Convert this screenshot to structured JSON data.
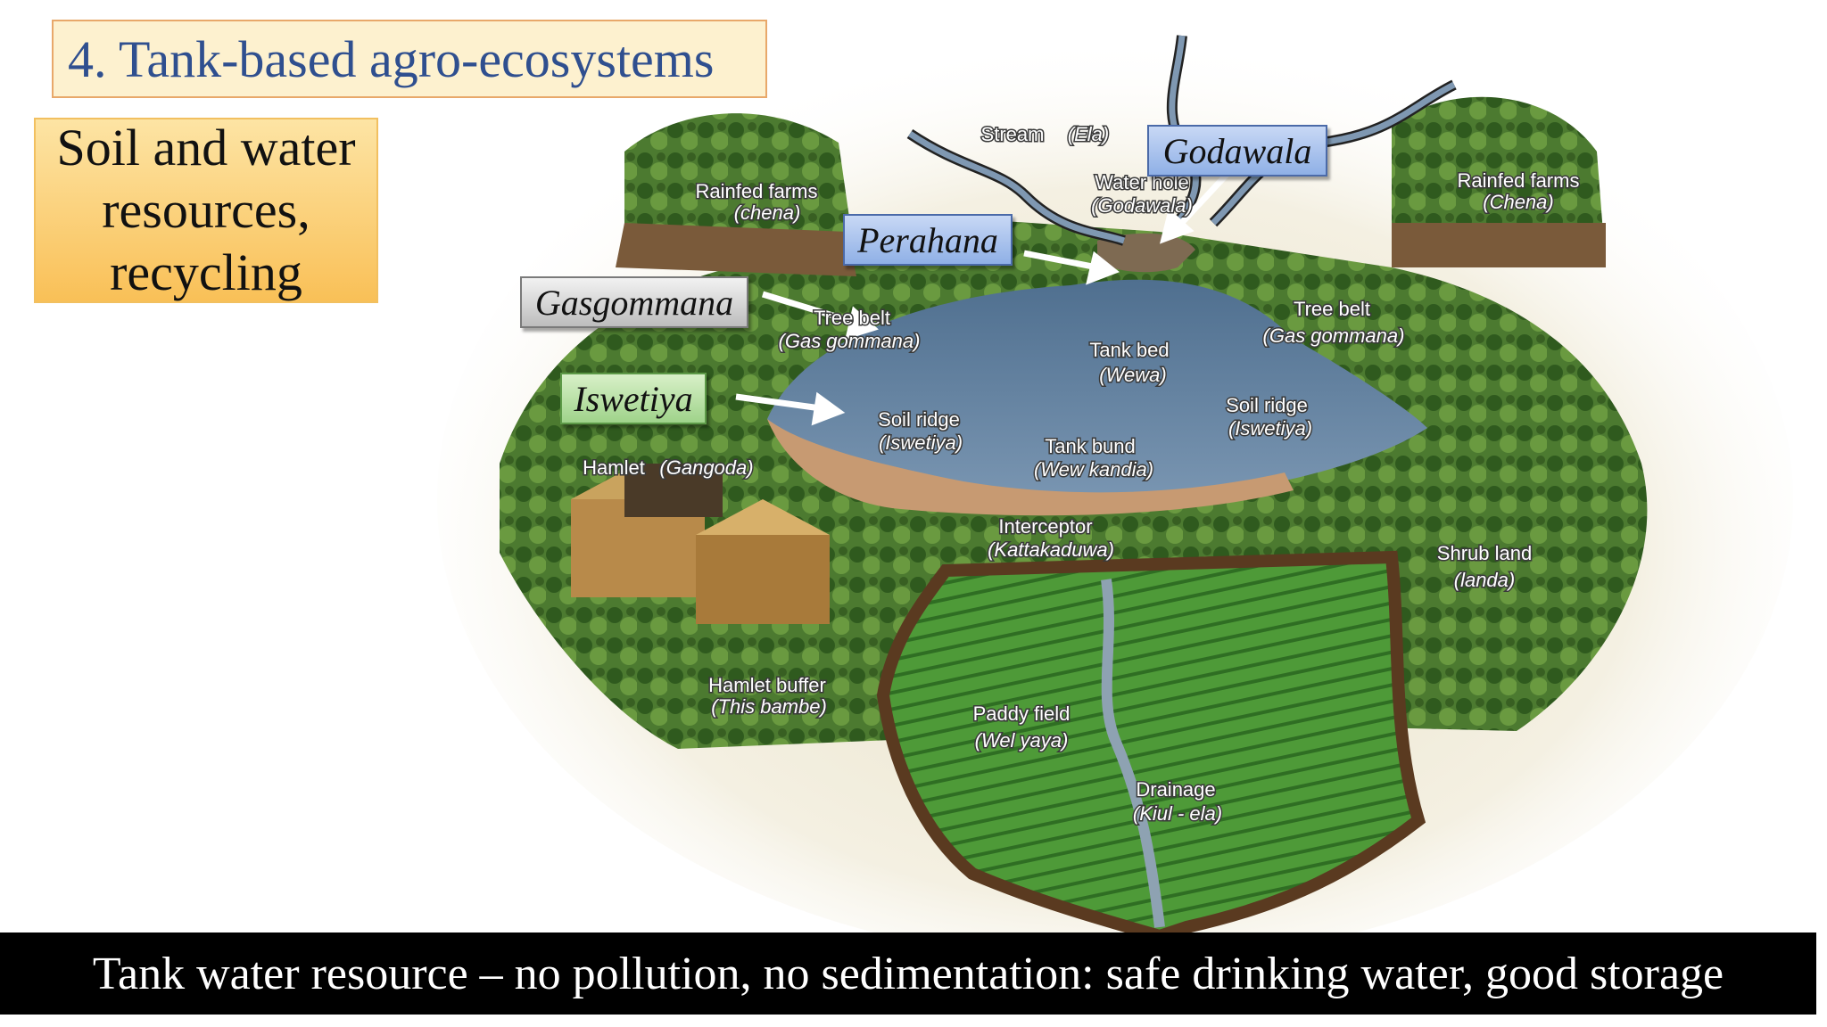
{
  "slide": {
    "title": "4. Tank-based agro-ecosystems",
    "topic": "Soil and water\nresources,\nrecycling",
    "caption": "Tank water resource – no pollution, no sedimentation: safe drinking water, good storage"
  },
  "term_boxes": {
    "godawala": "Godawala",
    "perahana": "Perahana",
    "gasgommana": "Gasgommana",
    "iswetiya": "Iswetiya"
  },
  "map_labels": {
    "stream": {
      "name": "Stream",
      "local": "(Ela)"
    },
    "water_hole": {
      "name": "Water hole",
      "local": "(Godawala)"
    },
    "rainfed_left": {
      "name": "Rainfed farms",
      "local": "(chena)"
    },
    "rainfed_right": {
      "name": "Rainfed farms",
      "local": "(Chena)"
    },
    "tree_belt_left": {
      "name": "Tree belt",
      "local": "(Gas gommana)"
    },
    "tree_belt_right": {
      "name": "Tree belt",
      "local": "(Gas gommana)"
    },
    "tank_bed": {
      "name": "Tank bed",
      "local": "(Wewa)"
    },
    "soil_ridge_left": {
      "name": "Soil ridge",
      "local": "(Iswetiya)"
    },
    "soil_ridge_right": {
      "name": "Soil ridge",
      "local": "(Iswetiya)"
    },
    "tank_bund": {
      "name": "Tank bund",
      "local": "(Wew kandia)"
    },
    "hamlet": {
      "name": "Hamlet",
      "local": "(Gangoda)"
    },
    "interceptor": {
      "name": "Interceptor",
      "local": "(Kattakaduwa)"
    },
    "shrub_land": {
      "name": "Shrub land",
      "local": "(landa)"
    },
    "hamlet_buffer": {
      "name": "Hamlet buffer",
      "local": "(This bambe)"
    },
    "paddy_field": {
      "name": "Paddy field",
      "local": "(Wel yaya)"
    },
    "drainage": {
      "name": "Drainage",
      "local": "(Kiul - ela)"
    }
  },
  "colors": {
    "title_text": "#2f4f8f",
    "water": "#5f7f9f",
    "forest": "#3f6a2a",
    "paddy": "#4f9a3a",
    "soil": "#b98a5e",
    "caption_bg": "#000000"
  }
}
